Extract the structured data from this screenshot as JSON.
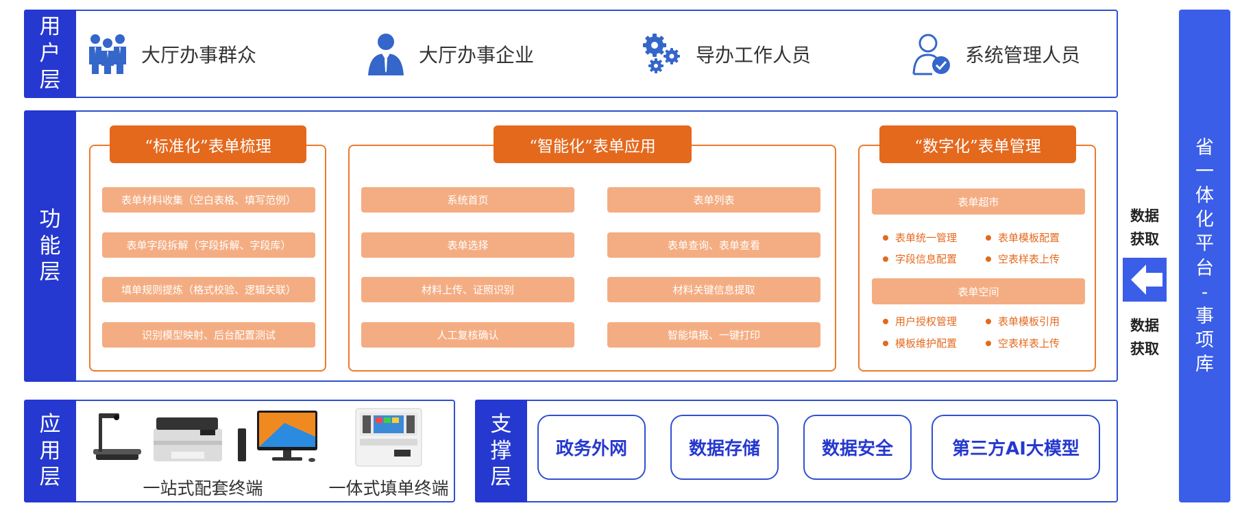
{
  "user_layer": {
    "tag": [
      "用",
      "户",
      "层"
    ],
    "items": [
      {
        "label": "大厅办事群众",
        "icon": "people-group-icon"
      },
      {
        "label": "大厅办事企业",
        "icon": "business-person-icon"
      },
      {
        "label": "导办工作人员",
        "icon": "gears-icon"
      },
      {
        "label": "系统管理人员",
        "icon": "admin-user-check-icon"
      }
    ]
  },
  "function_layer": {
    "tag": [
      "功",
      "能",
      "层"
    ],
    "groups": [
      {
        "title": "“标准化”表单梳理",
        "items": [
          "表单材料收集（空白表格、填写范例）",
          "表单字段拆解（字段拆解、字段库）",
          "填单规则提炼（格式校验、逻辑关联）",
          "识别模型映射、后台配置测试"
        ]
      },
      {
        "title": "“智能化”表单应用",
        "left": [
          "系统首页",
          "表单选择",
          "材料上传、证照识别",
          "人工复核确认"
        ],
        "right": [
          "表单列表",
          "表单查询、表单查看",
          "材料关键信息提取",
          "智能填报、一键打印"
        ]
      },
      {
        "title": "“数字化”表单管理",
        "sections": [
          {
            "head": "表单超市",
            "bullets": [
              [
                "表单统一管理",
                "表单模板配置"
              ],
              [
                "字段信息配置",
                "空表样表上传"
              ]
            ]
          },
          {
            "head": "表单空间",
            "bullets": [
              [
                "用户授权管理",
                "表单模板引用"
              ],
              [
                "模板维护配置",
                "空表样表上传"
              ]
            ]
          }
        ]
      }
    ]
  },
  "app_layer": {
    "tag": [
      "应",
      "用",
      "层"
    ],
    "terminals": [
      {
        "label": "一站式配套终端"
      },
      {
        "label": "一体式填单终端"
      }
    ]
  },
  "support_layer": {
    "tag": [
      "支",
      "撑",
      "层"
    ],
    "items": [
      "政务外网",
      "数据存储",
      "数据安全",
      "第三方AI大模型"
    ]
  },
  "data_fetch": {
    "top": [
      "数据",
      "获取"
    ],
    "bottom": [
      "数据",
      "获取"
    ],
    "arrow_icon": "left-arrow-icon"
  },
  "province": {
    "chars": [
      "省",
      "一",
      "体",
      "化",
      "平",
      "台",
      "-",
      "事",
      "项",
      "库"
    ]
  },
  "colors": {
    "blue": "#2538cf",
    "orange": "#e4691d",
    "light_orange": "#f4ad82",
    "province_blue": "#3a5ee8"
  }
}
